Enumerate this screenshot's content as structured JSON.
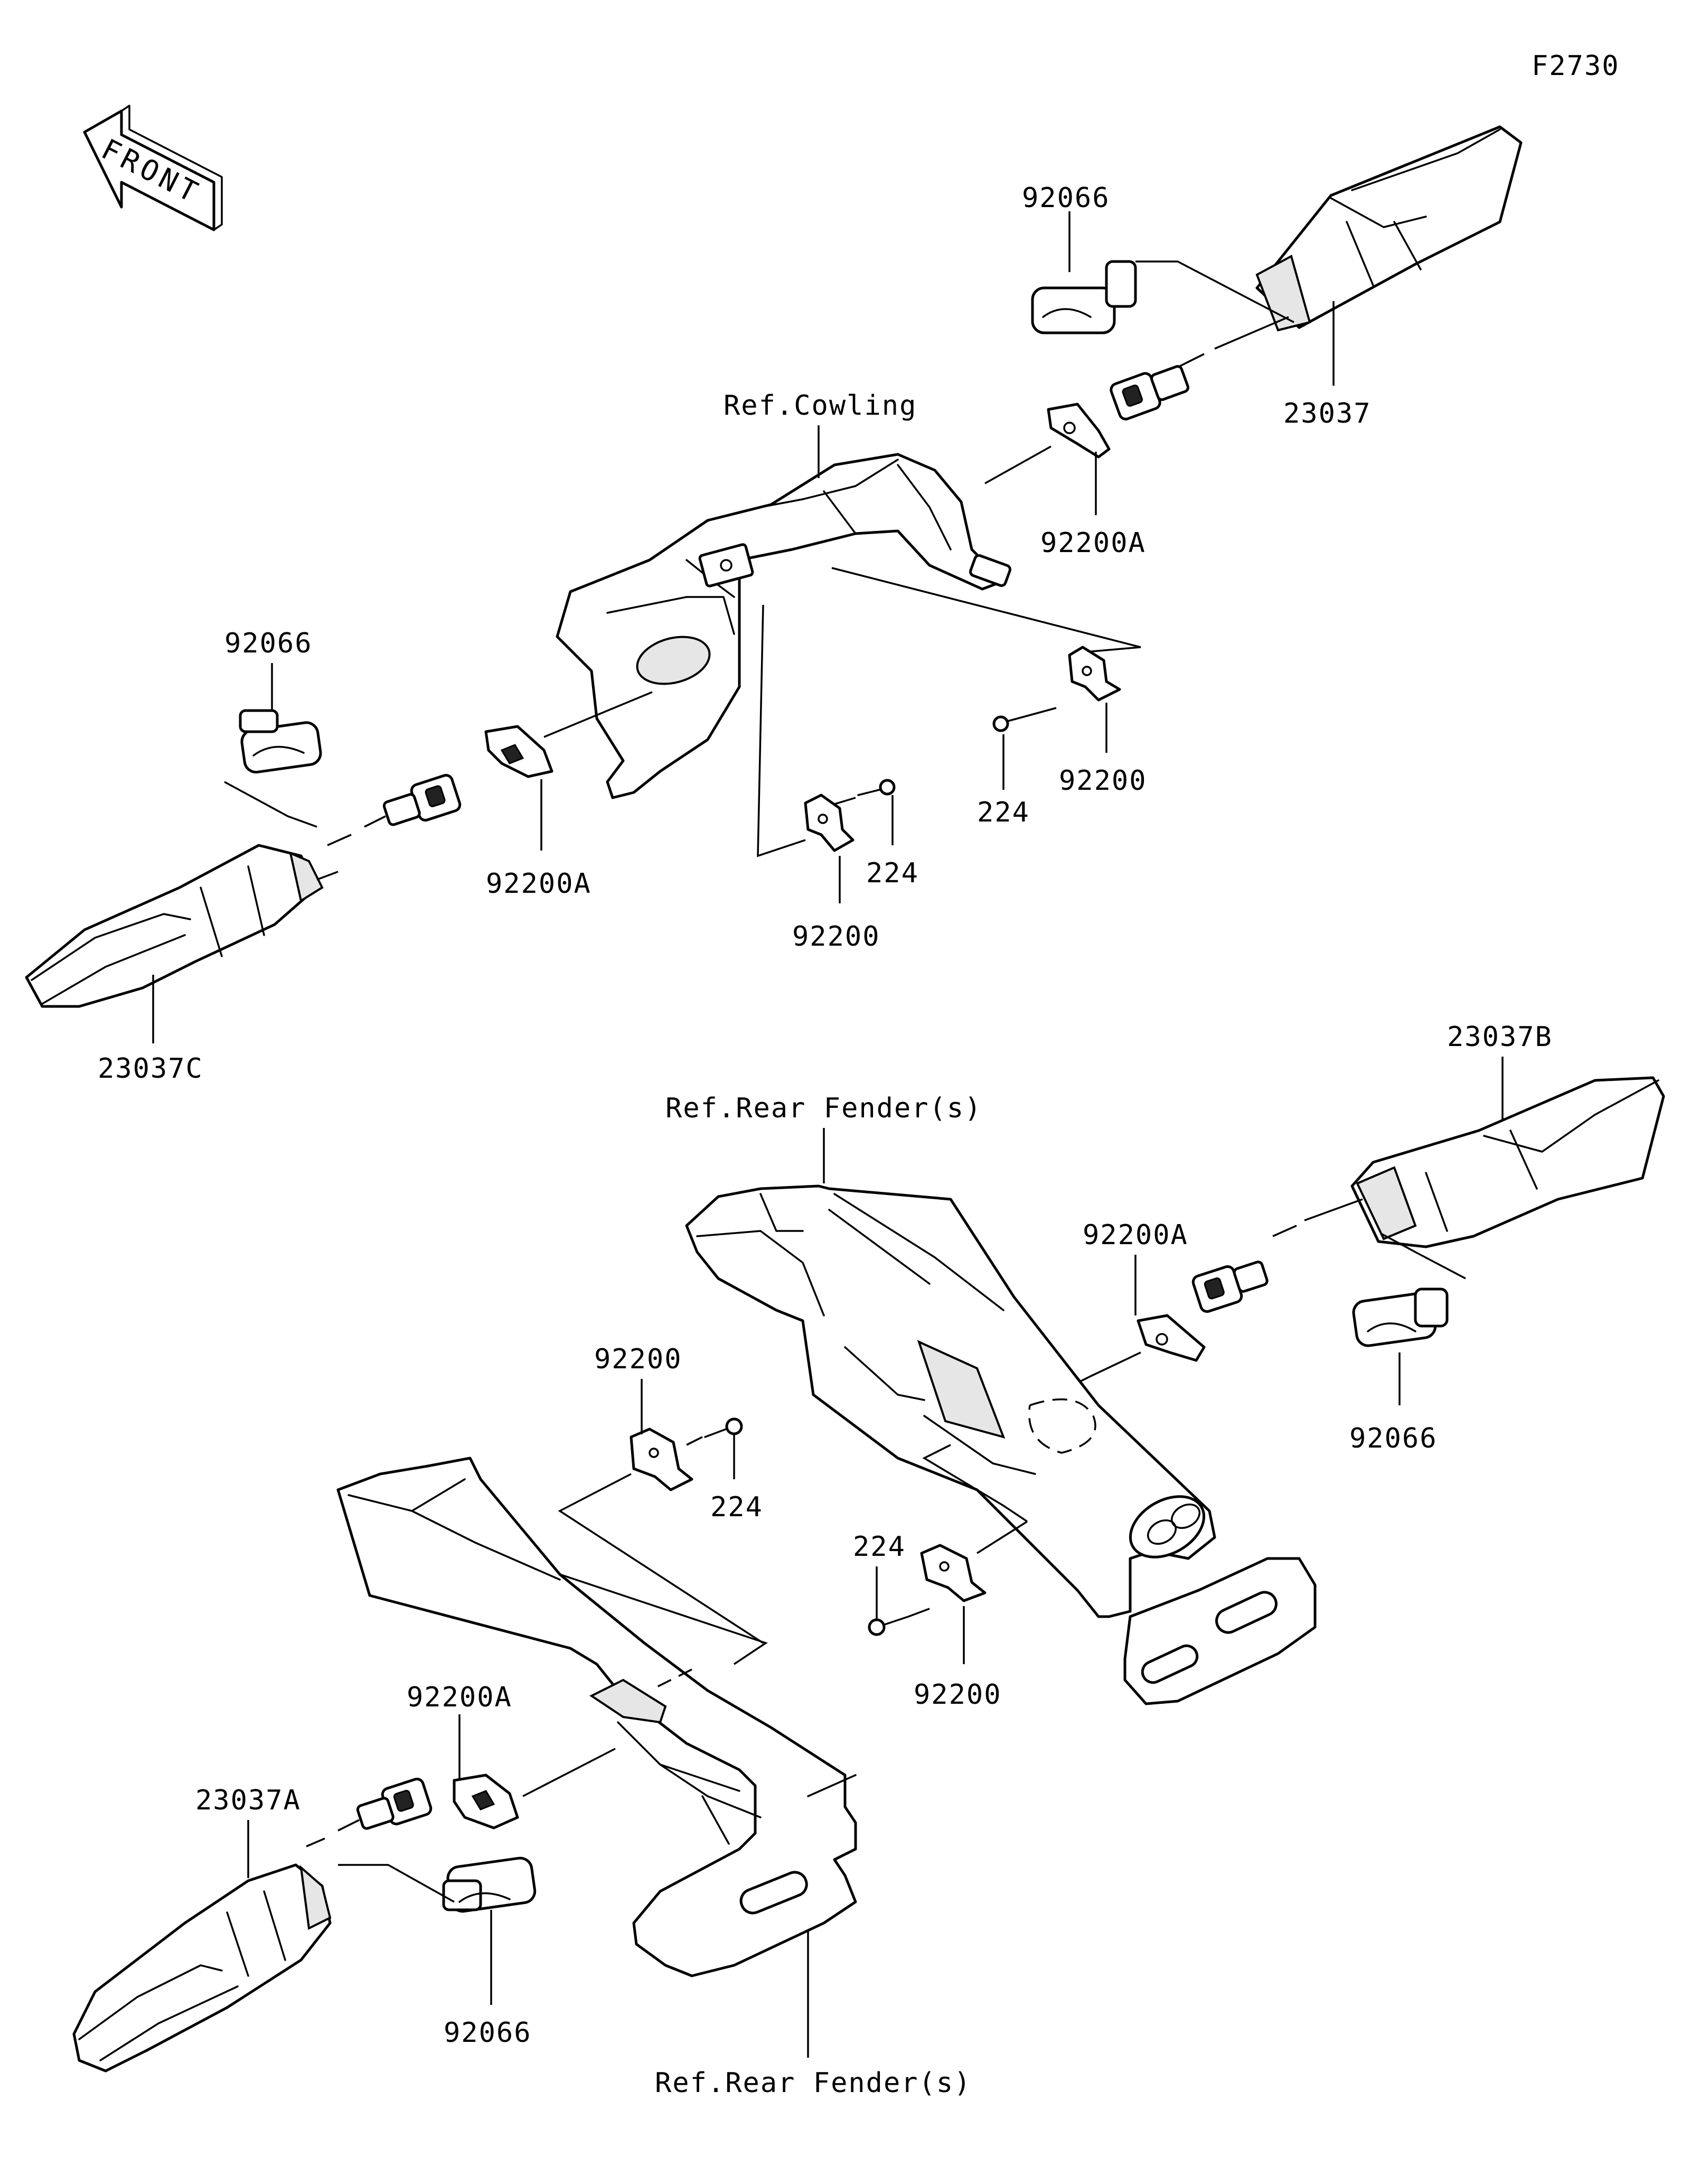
{
  "figure_code": "F2730",
  "front_arrow_text": "FRONT",
  "labels": {
    "upper_right_clip": "92066",
    "upper_right_lamp": "23037",
    "upper_cowling_ref": "Ref.Cowling",
    "upper_right_plate_a": "92200A",
    "upper_right_bracket": "92200",
    "upper_right_screw": "224",
    "upper_left_clip": "92066",
    "upper_left_plate_a": "92200A",
    "upper_left_screw": "224",
    "upper_left_bracket": "92200",
    "upper_left_lamp": "23037C",
    "rear_right_lamp": "23037B",
    "rear_fender_ref_top": "Ref.Rear Fender(s)",
    "rear_right_plate_a": "92200A",
    "rear_right_clip": "92066",
    "rear_mid_bracket": "92200",
    "rear_mid_screw": "224",
    "rear_right_screw": "224",
    "rear_right_bracket": "92200",
    "rear_left_plate_a": "92200A",
    "rear_left_lamp": "23037A",
    "rear_left_clip": "92066",
    "rear_fender_ref_bottom": "Ref.Rear Fender(s)"
  }
}
